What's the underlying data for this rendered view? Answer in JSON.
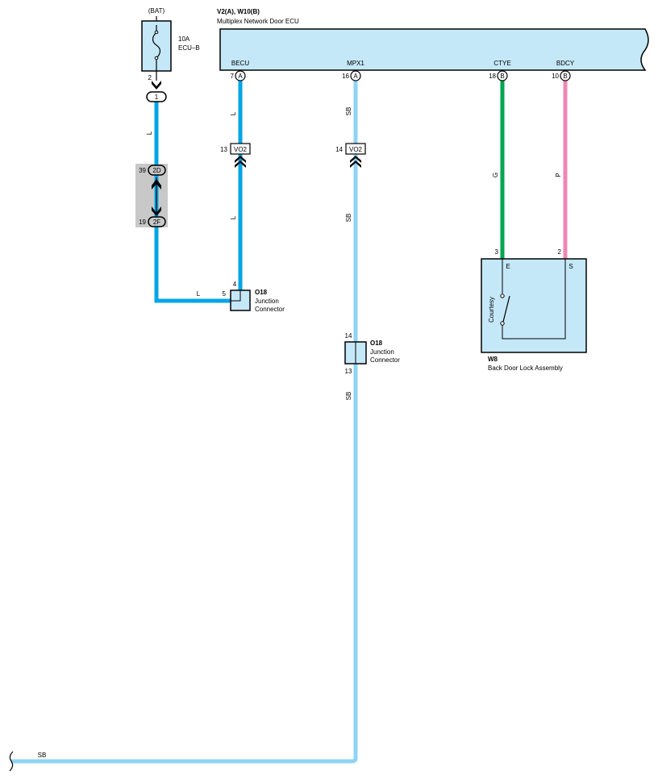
{
  "battery": {
    "supply_label": "(BAT)"
  },
  "fuse": {
    "rating": "10A",
    "name": "ECU–B"
  },
  "ecu": {
    "codes": "V2(A), W10(B)",
    "name": "Multiplex Network Door ECU"
  },
  "ecu_terminals": [
    {
      "name": "BECU",
      "pin": "7",
      "conn": "A"
    },
    {
      "name": "MPX1",
      "pin": "16",
      "conn": "A"
    },
    {
      "name": "CTYE",
      "pin": "18",
      "conn": "B"
    },
    {
      "name": "BDCY",
      "pin": "10",
      "conn": "B"
    }
  ],
  "fuse_pin": "2",
  "jb_connector": {
    "label": "1"
  },
  "relay_block": {
    "top": {
      "pin": "39",
      "label": "2D"
    },
    "bottom": {
      "pin": "19",
      "label": "2F"
    }
  },
  "vo2_connectors": [
    {
      "pin": "13",
      "label": "VO2"
    },
    {
      "pin": "14",
      "label": "VO2"
    }
  ],
  "wire_colors": {
    "L": {
      "label": "L",
      "hex": "#00a6e6"
    },
    "SB": {
      "label": "SB",
      "hex": "#8fd3f5"
    },
    "G": {
      "label": "G",
      "hex": "#00a651"
    },
    "P": {
      "label": "P",
      "hex": "#ef86b5"
    }
  },
  "junction_1": {
    "code": "O18",
    "line1": "Junction",
    "line2": "Connector",
    "pin_top": "4",
    "pin_left": "5"
  },
  "junction_2": {
    "code": "O18",
    "line1": "Junction",
    "line2": "Connector",
    "pin_top": "14",
    "pin_bottom": "13"
  },
  "assembly": {
    "code": "W8",
    "name": "Back Door Lock Assembly",
    "pin_e": "3",
    "pin_s": "2",
    "term_e": "E",
    "term_s": "S",
    "switch_label": "Courtesy"
  },
  "colors": {
    "component_fill": "#c5e8f8",
    "relay_bg": "#c8c8c8"
  }
}
